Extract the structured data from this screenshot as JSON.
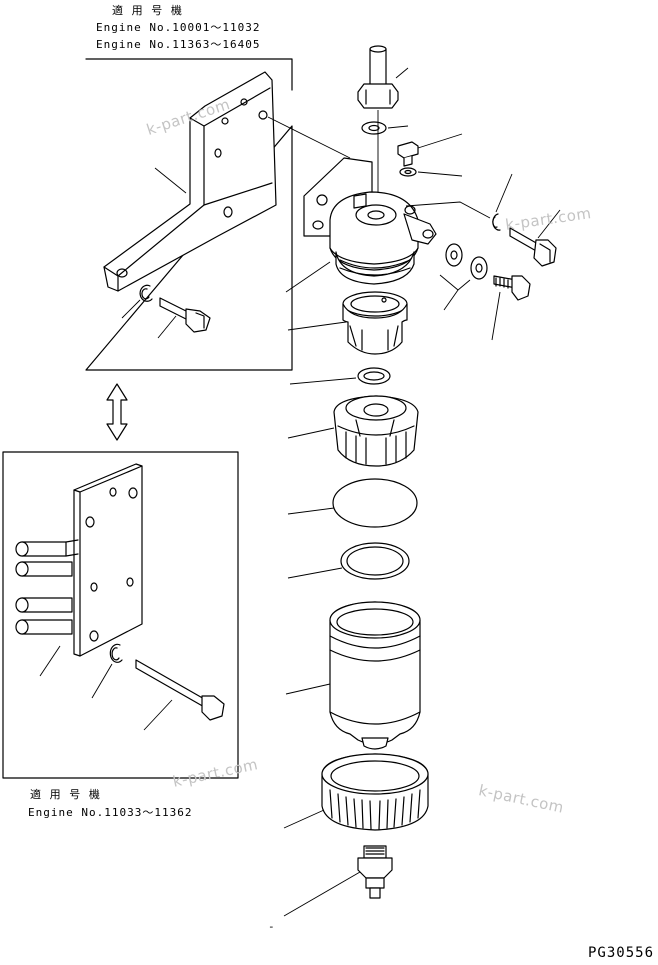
{
  "top_variant": {
    "heading": "適 用 号 機",
    "range_1": "Engine No.10001〜11032",
    "range_2": "Engine No.11363〜16405"
  },
  "bottom_variant": {
    "heading": "適 用 号 機",
    "range_1": "Engine No.11033〜11362"
  },
  "watermarks": [
    "k-part.com",
    "k-part.com",
    "k-part.com",
    "k-part.com"
  ],
  "drawing_code": "PG30556",
  "footer_mark": "-"
}
